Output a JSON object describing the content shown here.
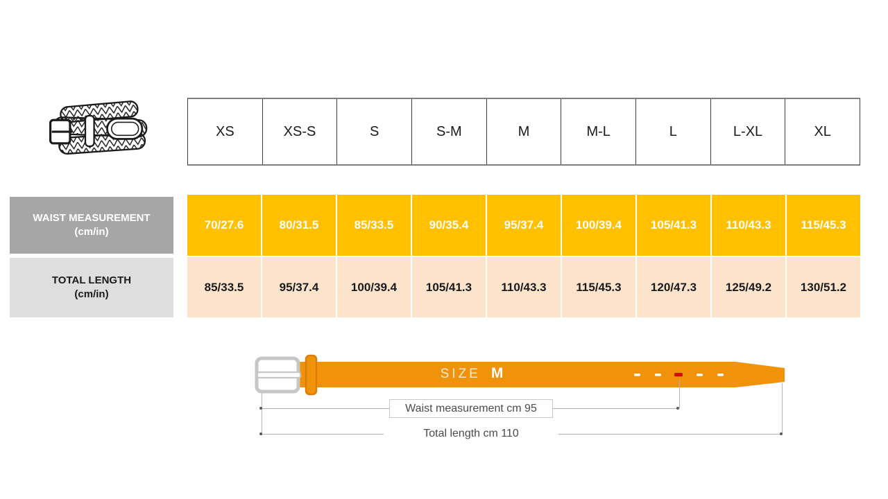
{
  "size_chart": {
    "sizes": [
      "XS",
      "XS-S",
      "S",
      "S-M",
      "M",
      "M-L",
      "L",
      "L-XL",
      "XL"
    ],
    "rows": [
      {
        "label": "WAIST MEASUREMENT",
        "unit": "(cm/in)",
        "values": [
          "70/27.6",
          "80/31.5",
          "85/33.5",
          "90/35.4",
          "95/37.4",
          "100/39.4",
          "105/41.3",
          "110/43.3",
          "115/45.3"
        ]
      },
      {
        "label": "TOTAL LENGTH",
        "unit": "(cm/in)",
        "values": [
          "85/33.5",
          "95/37.4",
          "100/39.4",
          "105/41.3",
          "110/43.3",
          "115/45.3",
          "120/47.3",
          "125/49.2",
          "130/51.2"
        ]
      }
    ]
  },
  "diagram": {
    "size_label": "SIZE",
    "size_value": "M",
    "waist_annotation": "Waist measurement cm 95",
    "length_annotation": "Total length cm 110",
    "hole_count": 5,
    "highlighted_hole": 3
  },
  "icons": {
    "belt_illustration": "braided-belt-icon"
  },
  "colors": {
    "waist_cell_bg": "#ffc000",
    "length_cell_bg": "#fce4cc",
    "waist_label_bg": "#a6a6a6",
    "length_label_bg": "#dedede",
    "belt_strap": "#f0930b",
    "hole_highlight": "#cc1100",
    "annotation_text": "#4a4a4a"
  }
}
